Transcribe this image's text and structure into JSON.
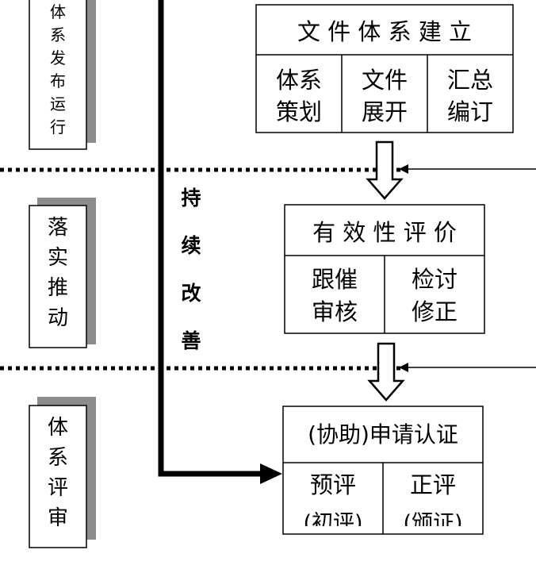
{
  "phases": [
    {
      "label": "体系发布运行"
    },
    {
      "label": "落实推动"
    },
    {
      "label": "体系评审"
    }
  ],
  "loop_label": "持续改善",
  "stages": [
    {
      "title": "文 件 体 系 建 立",
      "cells": [
        {
          "line1": "体系",
          "line2": "策划"
        },
        {
          "line1": "文件",
          "line2": "展开"
        },
        {
          "line1": "汇总",
          "line2": "编订"
        }
      ]
    },
    {
      "title": "有 效 性 评 价",
      "cells": [
        {
          "line1": "跟催",
          "line2": "审核"
        },
        {
          "line1": "检讨",
          "line2": "修正"
        }
      ]
    },
    {
      "title": "(协助)申请认证",
      "cells": [
        {
          "line1": "预评",
          "line2": "(初评)"
        },
        {
          "line1": "正评",
          "line2": "(颁证)"
        }
      ]
    }
  ],
  "colors": {
    "ink": "#000000",
    "shadow": "#8c8c8c"
  }
}
